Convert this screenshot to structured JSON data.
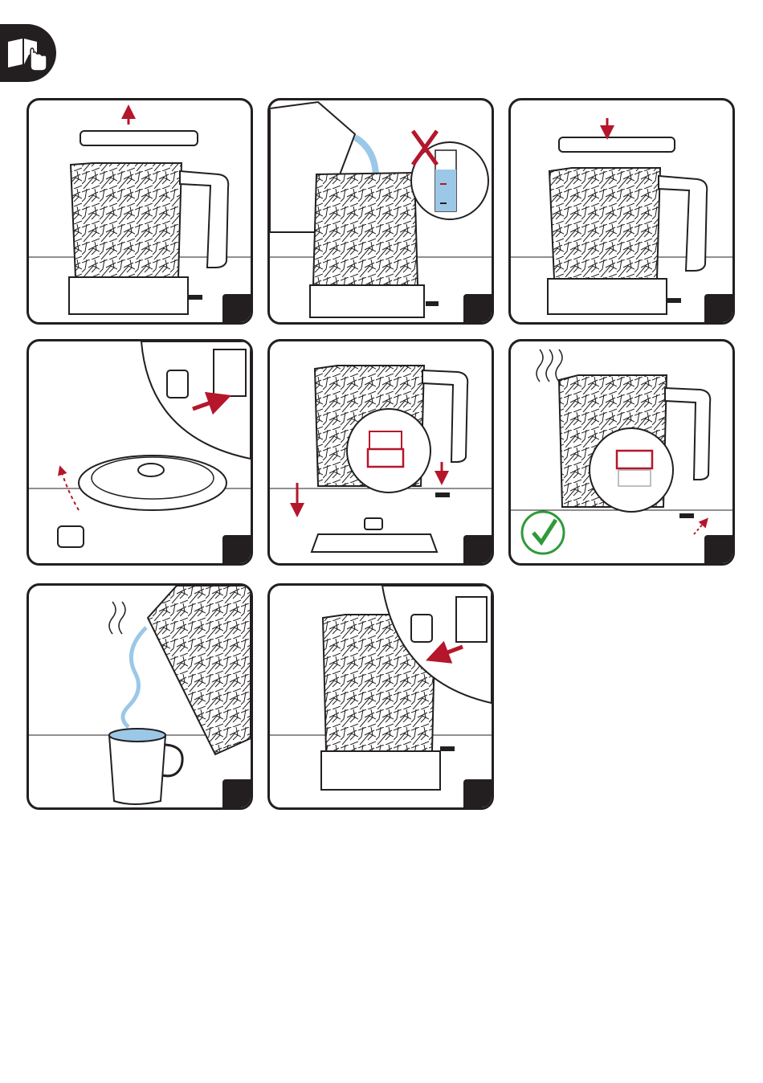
{
  "colors": {
    "ink": "#231f20",
    "accent": "#b5162b",
    "water": "#9cc8e8",
    "check": "#2e9a3a"
  },
  "header": {
    "icon": "manual-touch-icon"
  },
  "steps": [
    {
      "id": 1,
      "icon": "lift-lid-icon"
    },
    {
      "id": 2,
      "icon": "fill-water-icon"
    },
    {
      "id": 3,
      "icon": "close-lid-icon"
    },
    {
      "id": 4,
      "icon": "plug-in-base-icon"
    },
    {
      "id": 5,
      "icon": "place-kettle-switch-on-icon"
    },
    {
      "id": 6,
      "icon": "boil-complete-icon"
    },
    {
      "id": 7,
      "icon": "pour-water-icon"
    },
    {
      "id": 8,
      "icon": "unplug-icon"
    }
  ]
}
